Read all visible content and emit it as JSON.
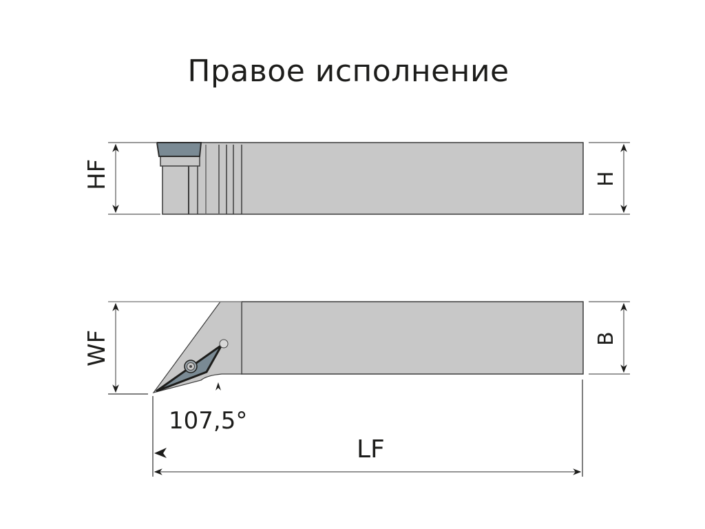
{
  "title": "Правое исполнение",
  "labels": {
    "hf": "HF",
    "h": "H",
    "wf": "WF",
    "b": "B",
    "angle": "107,5°",
    "lf": "LF"
  },
  "colors": {
    "body": "#c8c8c8",
    "insert": "#7a8a94",
    "outline": "#3a3a3a",
    "dimension": "#555555",
    "text": "#1d1d1b"
  }
}
